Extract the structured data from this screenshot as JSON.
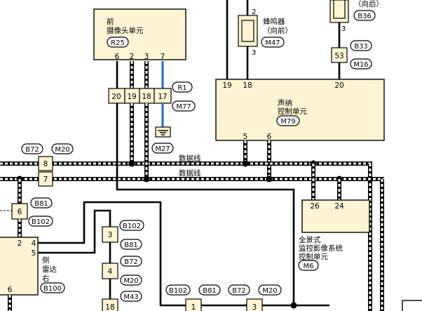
{
  "camera": {
    "line1": "前",
    "line2": "摄像头单元",
    "code": "R25",
    "pins_top": [
      "6",
      "2",
      "3",
      "7"
    ],
    "pins_conn": [
      "20",
      "19",
      "18",
      "17"
    ]
  },
  "r1": "R1",
  "m77": "M77",
  "m27": "M27",
  "buzzer": {
    "line1": "蜂鸣器",
    "line2": "（向前）",
    "code": "M47",
    "pin_top": "2",
    "pin_bottom": "3"
  },
  "rear": {
    "text": "（向后）",
    "code": "B36",
    "pin": "3",
    "conn_pin": "53",
    "conn1": "B33",
    "conn2": "M16"
  },
  "sonar": {
    "line1": "声纳",
    "line2": "控制单元",
    "code": "M79",
    "pins_top": [
      "19",
      "18",
      "20"
    ],
    "pins_bottom": [
      "5",
      "6"
    ]
  },
  "data_line_1": "数据线",
  "data_line_2": "数据线",
  "left_conn": {
    "code1": "B72",
    "code2": "M20",
    "pin_a": "8",
    "pin_b": "7"
  },
  "b81": "B81",
  "b102": "B102",
  "pin6": "6",
  "radar": {
    "line1": "侧",
    "line2": "雷达",
    "line3": "右",
    "code": "B100",
    "pin_a": "2",
    "pin_b": "4",
    "pin_c": "5",
    "pin_d": "6"
  },
  "mid_conn": {
    "pin3": "3",
    "pin4": "4",
    "pin18": "18",
    "c1": "B102",
    "c2": "B81",
    "c3": "B72",
    "c4": "M20",
    "c5": "M43"
  },
  "around": {
    "line1": "全景式",
    "line2": "监控影像系统",
    "line3": "控制单元",
    "code": "M6",
    "pin_a": "26",
    "pin_b": "24"
  },
  "bottom_conn": {
    "c1": "B102",
    "c2": "B81",
    "c3": "B72",
    "c4": "M20",
    "pin1": "1",
    "pin3": "3"
  }
}
